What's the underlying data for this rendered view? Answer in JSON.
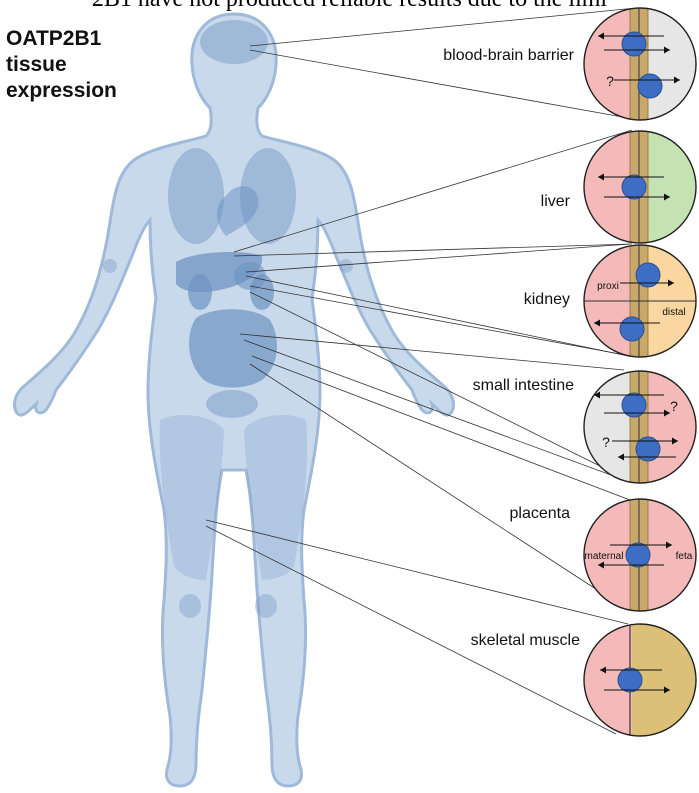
{
  "top_caption": "2B1 have not produced reliable results due to the limi",
  "title_lines": [
    "OATP2B1",
    "tissue",
    "expression"
  ],
  "tissues": [
    {
      "label": "blood-brain barrier",
      "inner": [
        "?"
      ]
    },
    {
      "label": "liver",
      "inner": []
    },
    {
      "label": "kidney",
      "inner": [
        "proxi",
        "distal"
      ]
    },
    {
      "label": "small intestine",
      "inner": [
        "?",
        "?"
      ]
    },
    {
      "label": "placenta",
      "inner": [
        "maternal",
        "feta"
      ]
    },
    {
      "label": "skeletal muscle",
      "inner": []
    }
  ],
  "colors": {
    "body_fill": "#c9d9ec",
    "body_stroke": "#9fb9d9",
    "organ_fill": "#6d93c2",
    "red": "#f4b9b9",
    "green": "#c5e2b2",
    "orange": "#fad7a0",
    "grey": "#e6e6e6",
    "membrane": "#c9a86b",
    "muscle": "#dcc078",
    "transporter": "#3d6ec4"
  }
}
